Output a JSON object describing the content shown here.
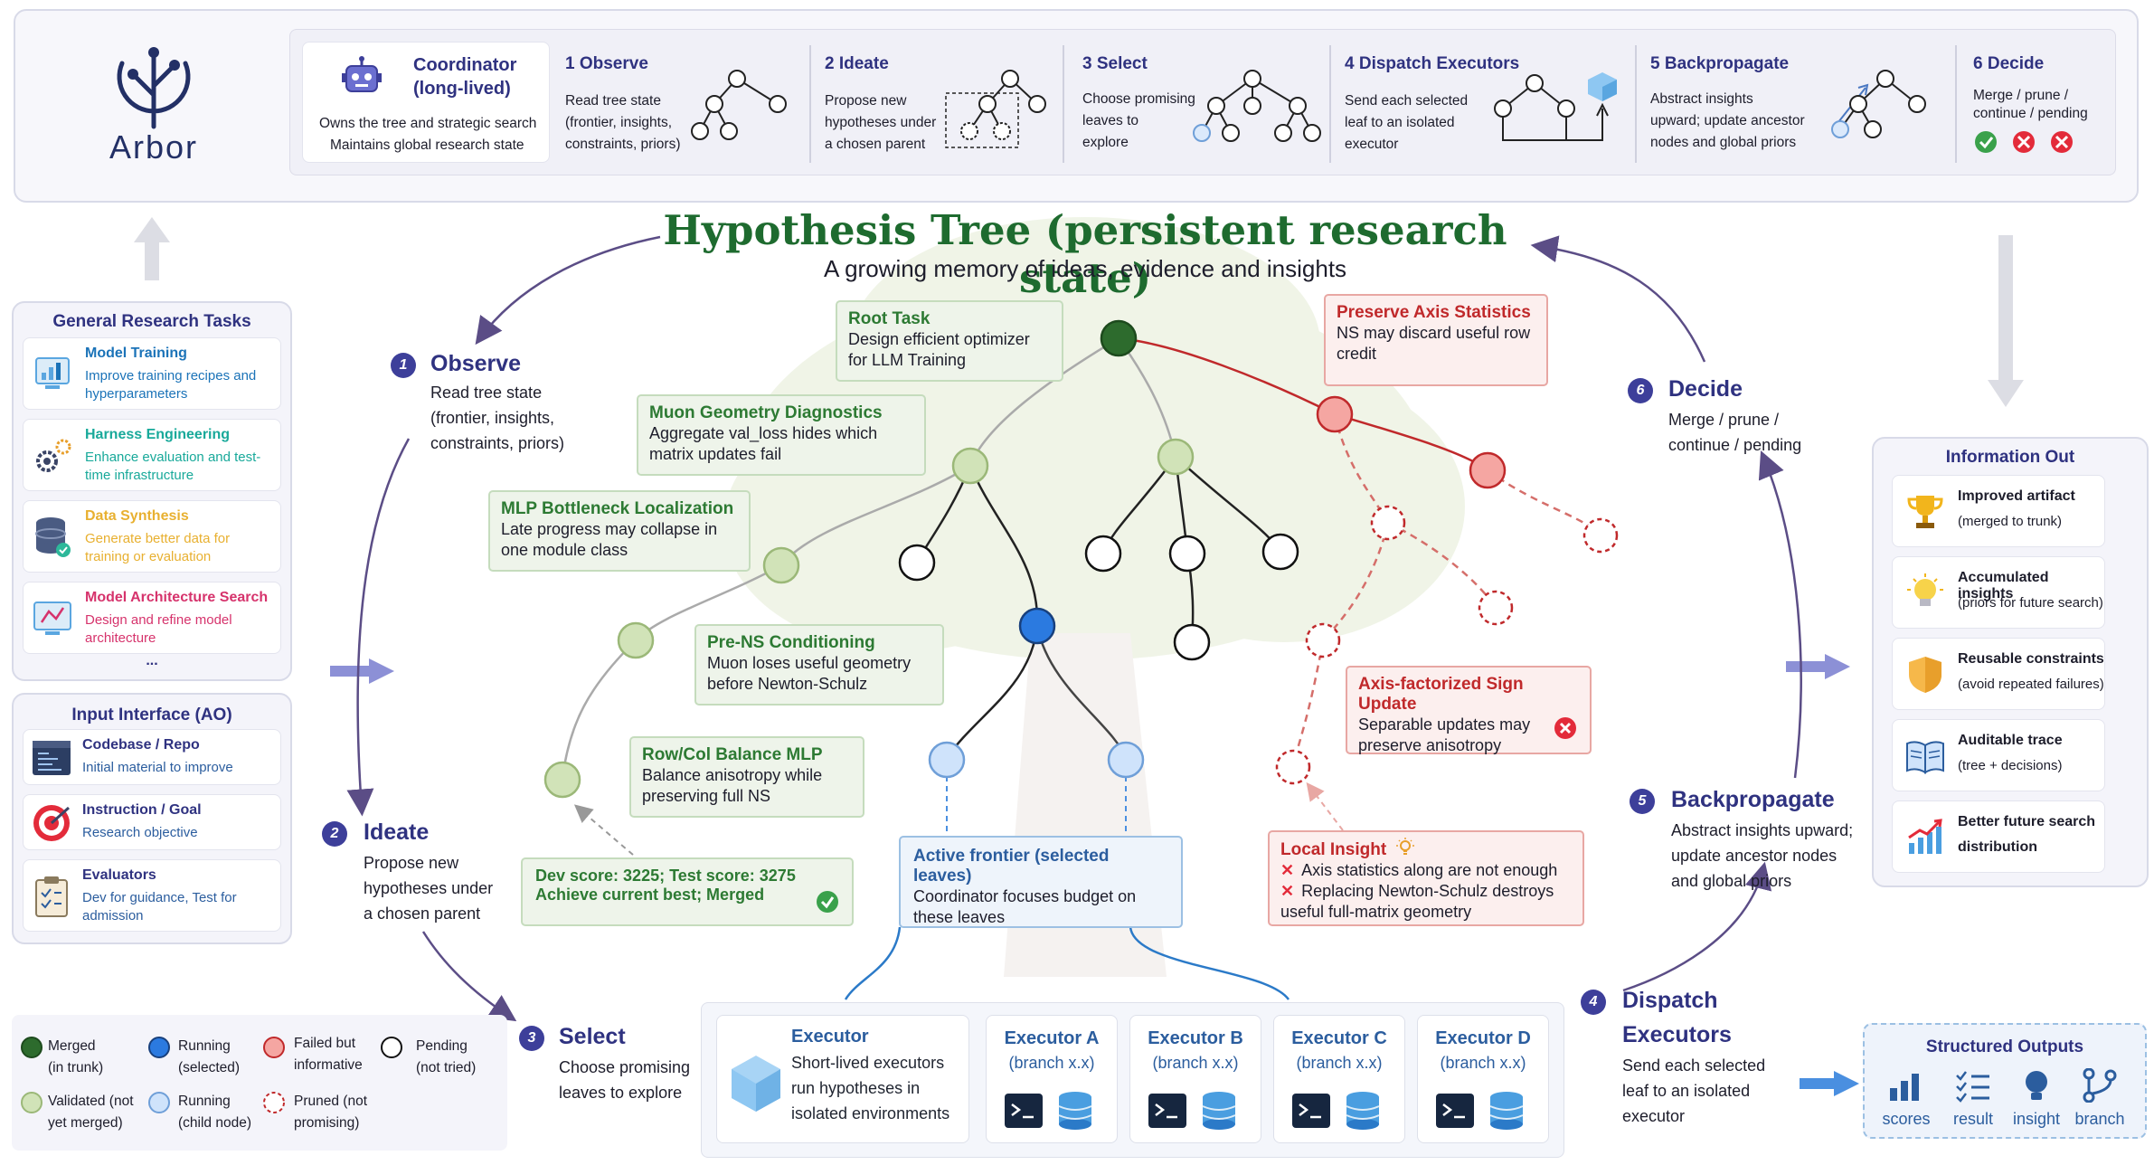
{
  "logo": {
    "text": "Arbor"
  },
  "header": {
    "coordinator": {
      "title1": "Coordinator",
      "title2": "(long-lived)",
      "line1": "Owns the tree and strategic search",
      "line2": "Maintains global research state"
    },
    "steps": [
      {
        "title": "1 Observe",
        "lines": [
          "Read tree state",
          "(frontier, insights,",
          "constraints, priors)"
        ]
      },
      {
        "title": "2 Ideate",
        "lines": [
          "Propose new",
          "hypotheses under",
          "a chosen parent"
        ]
      },
      {
        "title": "3 Select",
        "lines": [
          "Choose promising",
          "leaves to",
          "explore"
        ]
      },
      {
        "title": "4 Dispatch Executors",
        "lines": [
          "Send each selected",
          "leaf to an isolated",
          "executor"
        ]
      },
      {
        "title": "5 Backpropagate",
        "lines": [
          "Abstract insights",
          "upward; update ancestor",
          "nodes and global priors"
        ]
      },
      {
        "title": "6 Decide",
        "lines": [
          "Merge / prune /",
          "continue / pending"
        ]
      }
    ]
  },
  "tree": {
    "title": "Hypothesis Tree (persistent research state)",
    "subtitle": "A growing memory of ideas, evidence and insights"
  },
  "tasks": {
    "title": "General Research Tasks",
    "items": [
      {
        "title": "Model Training",
        "desc": [
          "Improve training recipes and",
          "hyperparameters"
        ],
        "color": "#1b73b8"
      },
      {
        "title": "Harness Engineering",
        "desc": [
          "Enhance evaluation and test-",
          "time infrastructure"
        ],
        "color": "#18a99a"
      },
      {
        "title": "Data Synthesis",
        "desc": [
          "Generate better data for",
          "training or evaluation"
        ],
        "color": "#e8b030"
      },
      {
        "title": "Model Architecture Search",
        "desc": [
          "Design and refine model",
          "architecture"
        ],
        "color": "#d6336c"
      }
    ],
    "more": "..."
  },
  "input": {
    "title": "Input Interface (AO)",
    "items": [
      {
        "title": "Codebase / Repo",
        "desc": [
          "Initial material to improve"
        ]
      },
      {
        "title": "Instruction / Goal",
        "desc": [
          "Research objective"
        ]
      },
      {
        "title": "Evaluators",
        "desc": [
          "Dev for guidance, Test for",
          "admission"
        ]
      }
    ]
  },
  "legend": [
    {
      "l1": "Merged",
      "l2": "(in trunk)"
    },
    {
      "l1": "Running",
      "l2": "(selected)"
    },
    {
      "l1": "Failed but",
      "l2": "informative"
    },
    {
      "l1": "Pending",
      "l2": "(not tried)"
    },
    {
      "l1": "Validated (not",
      "l2": "yet merged)"
    },
    {
      "l1": "Running",
      "l2": "(child node)"
    },
    {
      "l1": "Pruned (not",
      "l2": "promising)"
    }
  ],
  "cycle": {
    "observe": {
      "num": "1",
      "title": "Observe",
      "lines": [
        "Read tree state",
        "(frontier, insights,",
        "constraints, priors)"
      ]
    },
    "ideate": {
      "num": "2",
      "title": "Ideate",
      "lines": [
        "Propose new",
        "hypotheses under",
        "a chosen parent"
      ]
    },
    "select": {
      "num": "3",
      "title": "Select",
      "lines": [
        "Choose promising",
        "leaves to explore"
      ]
    },
    "dispatch": {
      "num": "4",
      "title1": "Dispatch",
      "title2": "Executors",
      "lines": [
        "Send each selected",
        "leaf to an isolated",
        "executor"
      ]
    },
    "backprop": {
      "num": "5",
      "title": "Backpropagate",
      "lines": [
        "Abstract insights upward;",
        "update ancestor nodes",
        "and global priors"
      ]
    },
    "decide": {
      "num": "6",
      "title": "Decide",
      "lines": [
        "Merge / prune /",
        "continue / pending"
      ]
    }
  },
  "boxes": {
    "root": {
      "title": "Root Task",
      "lines": [
        "Design efficient optimizer",
        "for LLM Training"
      ]
    },
    "muon": {
      "title": "Muon Geometry Diagnostics",
      "lines": [
        "Aggregate val_loss hides which",
        "matrix updates fail"
      ]
    },
    "mlp": {
      "title": "MLP Bottleneck Localization",
      "lines": [
        "Late progress may collapse in",
        "one module class"
      ]
    },
    "prens": {
      "title": "Pre-NS Conditioning",
      "lines": [
        "Muon loses useful geometry",
        "before Newton-Schulz"
      ]
    },
    "rowcol": {
      "title": "Row/Col Balance MLP",
      "lines": [
        "Balance anisotropy while",
        "preserving full NS"
      ]
    },
    "score": {
      "line1": "Dev score: 3225; Test score: 3275",
      "line2": "Achieve current best; Merged"
    },
    "preserve": {
      "title": "Preserve Axis Statistics",
      "lines": [
        "NS may discard useful row",
        "credit"
      ]
    },
    "axisfact": {
      "title": "Axis-factorized Sign Update",
      "lines": [
        "Separable updates may",
        "preserve anisotropy"
      ]
    },
    "local": {
      "title": "Local Insight",
      "lines": [
        "Axis statistics along are not enough",
        "Replacing Newton-Schulz destroys",
        "useful full-matrix geometry"
      ]
    },
    "frontier": {
      "title": "Active frontier (selected leaves)",
      "lines": [
        "Coordinator focuses budget on",
        "these leaves"
      ]
    }
  },
  "executor": {
    "title": "Executor",
    "lines": [
      "Short-lived executors",
      "run hypotheses in",
      "isolated environments"
    ],
    "cards": [
      {
        "title": "Executor A",
        "sub": "(branch x.x)"
      },
      {
        "title": "Executor B",
        "sub": "(branch x.x)"
      },
      {
        "title": "Executor C",
        "sub": "(branch x.x)"
      },
      {
        "title": "Executor D",
        "sub": "(branch x.x)"
      }
    ]
  },
  "info_out": {
    "title": "Information Out",
    "items": [
      {
        "title": "Improved artifact",
        "sub": "(merged to trunk)"
      },
      {
        "title": "Accumulated insights",
        "sub": "(priors for future search)"
      },
      {
        "title": "Reusable constraints",
        "sub": "(avoid repeated failures)"
      },
      {
        "title": "Auditable trace",
        "sub": "(tree + decisions)"
      },
      {
        "title": "Better future search",
        "sub": "distribution"
      }
    ]
  },
  "structured": {
    "title": "Structured Outputs",
    "labels": [
      "scores",
      "result",
      "insight",
      "branch"
    ]
  },
  "colors": {
    "accent": "#2f3280",
    "green": "#2d7a33",
    "red": "#c0292b",
    "blue": "#2b5d9e"
  }
}
